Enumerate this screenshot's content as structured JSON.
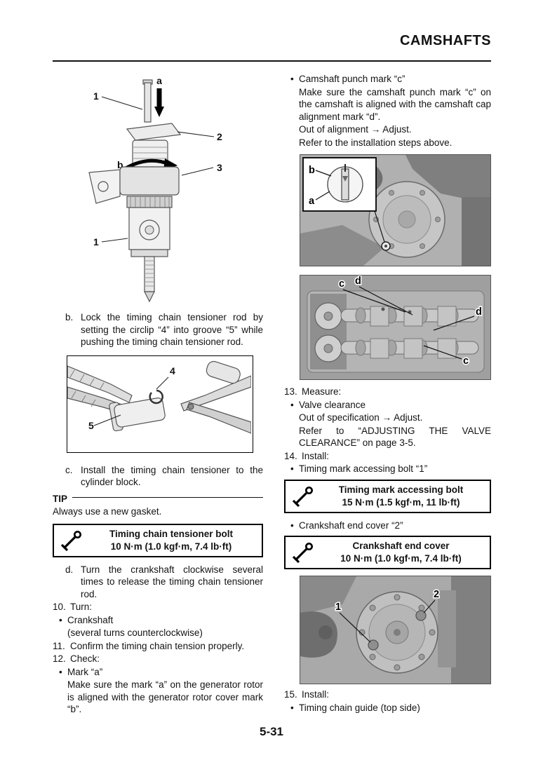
{
  "header": {
    "title": "CAMSHAFTS"
  },
  "footer": {
    "page_number": "5-31"
  },
  "glyphs": {
    "bullet": "•"
  },
  "left": {
    "fig_tensioner": {
      "labels": {
        "n1_top": "1",
        "a": "a",
        "n2": "2",
        "n3": "3",
        "b": "b",
        "n1_bottom": "1"
      }
    },
    "step_b": {
      "marker": "b.",
      "text": "Lock the timing chain tensioner rod by setting the circlip “4” into groove “5” while pushing the timing chain tensioner rod."
    },
    "fig_circlip": {
      "labels": {
        "n4": "4",
        "n5": "5"
      }
    },
    "step_c": {
      "marker": "c.",
      "text": "Install the timing chain tensioner to the cylinder block."
    },
    "tip": {
      "label": "TIP",
      "text": "Always use a new gasket."
    },
    "torque_box_tensioner": {
      "title": "Timing chain tensioner bolt",
      "value": "10 N·m (1.0 kgf·m, 7.4 lb·ft)"
    },
    "step_d": {
      "marker": "d.",
      "text": "Turn the crankshaft clockwise several times to release the timing chain tensioner rod."
    },
    "step_10": {
      "marker": "10.",
      "text": "Turn:"
    },
    "bullet_crankshaft": "Crankshaft",
    "crankshaft_note": "(several turns counterclockwise)",
    "step_11": {
      "marker": "11.",
      "text": "Confirm the timing chain tension properly."
    },
    "step_12": {
      "marker": "12.",
      "text": "Check:"
    },
    "bullet_mark_a": "Mark “a”",
    "mark_a_text": "Make sure the mark “a” on the generator rotor is aligned with the generator rotor cover mark “b”."
  },
  "right": {
    "bullet_punch_mark": "Camshaft punch mark “c”",
    "punch_mark_text": "Make sure the camshaft punch mark “c” on the camshaft is aligned with the camshaft cap alignment mark “d”.",
    "punch_mark_adjust": "Out of alignment → Adjust.",
    "punch_mark_refer": "Refer to the installation steps above.",
    "fig_generator": {
      "labels": {
        "b": "b",
        "a": "a"
      }
    },
    "fig_camshafts": {
      "labels": {
        "c_top": "c",
        "d_top": "d",
        "d_right": "d",
        "c_right": "c"
      }
    },
    "step_13": {
      "marker": "13.",
      "text": "Measure:"
    },
    "bullet_valve_clearance": "Valve clearance",
    "valve_adjust": "Out of specification → Adjust.",
    "valve_refer": "Refer to “ADJUSTING THE VALVE CLEARANCE” on page 3-5.",
    "step_14": {
      "marker": "14.",
      "text": "Install:"
    },
    "bullet_timing_bolt": "Timing mark accessing bolt “1”",
    "torque_box_access_bolt": {
      "title": "Timing mark accessing bolt",
      "value": "15 N·m (1.5 kgf·m, 11 lb·ft)"
    },
    "bullet_end_cover": "Crankshaft end cover “2”",
    "torque_box_end_cover": {
      "title": "Crankshaft end cover",
      "value": "10 N·m (1.0 kgf·m, 7.4 lb·ft)"
    },
    "fig_cover": {
      "labels": {
        "n1": "1",
        "n2": "2"
      }
    },
    "step_15": {
      "marker": "15.",
      "text": "Install:"
    },
    "bullet_chain_guide": "Timing chain guide (top side)"
  }
}
